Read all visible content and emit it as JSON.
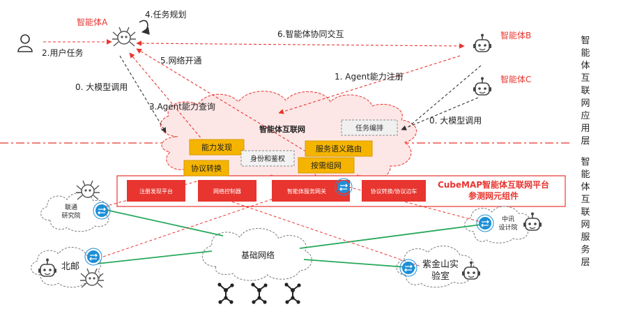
{
  "agents": {
    "a": "智能体A",
    "b": "智能体B",
    "c": "智能体C"
  },
  "steps": {
    "user_task": "2.用户任务",
    "task_planning": "4.任务规划",
    "collab": "6.智能体协同交互",
    "network_open": "5.网络开通",
    "llm_call_a": "0. 大模型调用",
    "capability_query": "3.Agent能力查询",
    "capability_register": "1. Agent能力注册",
    "llm_call_c": "0. 大模型调用"
  },
  "layers": {
    "app": "智能体互联网应用层",
    "service": "智能体互联网服务层"
  },
  "cloud": {
    "title": "智能体互联网",
    "capability_discovery": "能力发现",
    "semantic_routing": "服务语义路由",
    "task_orchestration": "任务编排",
    "identity_auth": "身份和鉴权",
    "protocol_conversion": "协议转换",
    "on_demand_network": "按需组网"
  },
  "platform": {
    "modules": [
      "注册发现平台",
      "网络控制器",
      "智能体服务网关",
      "协议转换/协议边车"
    ],
    "title_line1": "CubeMAP智能体互联网平台",
    "title_line2": "参测网元组件"
  },
  "sites": {
    "unicom": [
      "联通",
      "研究院"
    ],
    "bupt": "北邮",
    "zhongxun": [
      "中讯",
      "设计院"
    ],
    "zijin": [
      "紫金山实",
      "验室"
    ]
  },
  "base_network": "基础网络",
  "colors": {
    "red": "#e8352f",
    "orange": "#f5b400",
    "green": "#27a85a",
    "blue": "#1e8fd6",
    "dark": "#333333"
  }
}
